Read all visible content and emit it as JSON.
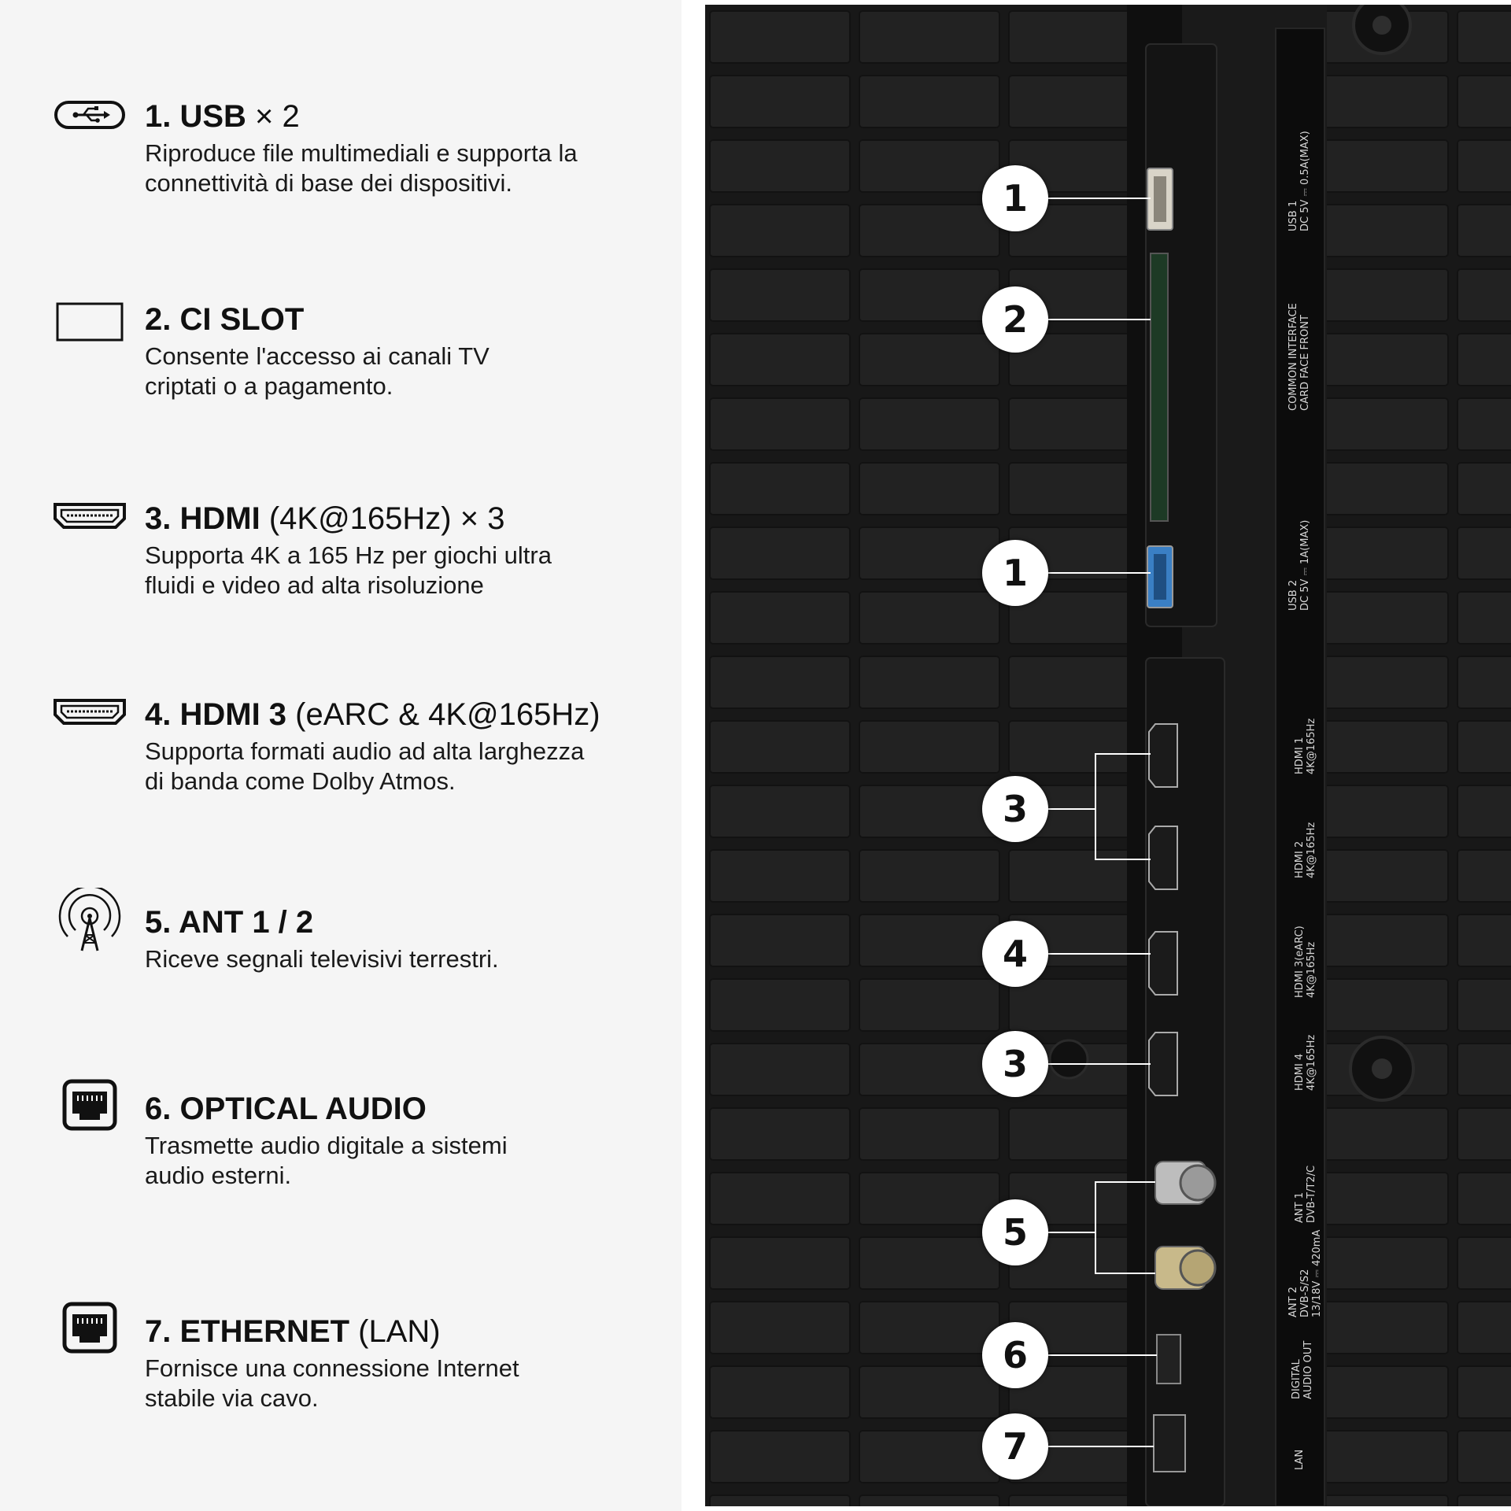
{
  "features": [
    {
      "number": "1.",
      "name": "USB",
      "suffix": " × 2",
      "desc_1": "Riproduce file multimediali e supporta la",
      "desc_2": "connettività di base dei dispositivi.",
      "icon": "usb-icon"
    },
    {
      "number": "2.",
      "name": "CI SLOT",
      "suffix": "",
      "desc_1": "Consente l'accesso ai canali TV",
      "desc_2": "criptati o a pagamento.",
      "icon": "ci-slot-icon"
    },
    {
      "number": "3.",
      "name": "HDMI",
      "suffix": "  (4K@165Hz)  × 3",
      "desc_1": "Supporta 4K a 165 Hz per giochi ultra",
      "desc_2": "fluidi e video ad alta risoluzione",
      "icon": "hdmi-icon"
    },
    {
      "number": "4.",
      "name": "HDMI 3",
      "suffix": " (eARC & 4K@165Hz)",
      "desc_1": "Supporta formati audio ad alta larghezza",
      "desc_2": "di banda come Dolby Atmos.",
      "icon": "hdmi-icon"
    },
    {
      "number": "5.",
      "name": "ANT 1 / 2",
      "suffix": "",
      "desc_1": "Riceve segnali televisivi terrestri.",
      "desc_2": "",
      "icon": "antenna-icon"
    },
    {
      "number": "6.",
      "name": "OPTICAL AUDIO",
      "suffix": "",
      "desc_1": "Trasmette audio digitale a sistemi",
      "desc_2": "audio esterni.",
      "icon": "ethernet-port-icon"
    },
    {
      "number": "7.",
      "name": "ETHERNET",
      "suffix": " (LAN)",
      "desc_1": "Fornisce una connessione Internet",
      "desc_2": "stabile via cavo.",
      "icon": "ethernet-port-icon"
    }
  ],
  "callouts": [
    "1",
    "2",
    "1",
    "3",
    "4",
    "3",
    "5",
    "6",
    "7"
  ],
  "port_labels": {
    "usb1": "USB 1\nDC 5V ⎓ 0.5A(MAX)",
    "ci": "COMMON INTERFACE\nCARD FACE FRONT",
    "usb2": "USB 2\nDC 5V ⎓ 1A(MAX)",
    "hdmi1": "HDMI 1\n4K@165Hz",
    "hdmi2": "HDMI 2\n4K@165Hz",
    "hdmi3": "HDMI 3(eARC)\n4K@165Hz",
    "hdmi4": "HDMI 4\n4K@165Hz",
    "ant1": "ANT 1\nDVB-T/T2/C",
    "ant2": "ANT 2\nDVB-S/S2\n13/18V ⎓ 420mA",
    "optical": "DIGITAL\nAUDIO OUT",
    "lan": "LAN"
  },
  "colors": {
    "panel_bg": "#f5f5f5",
    "tv_back": "#1a1a1a",
    "callout": "#ffffff",
    "usb3_blue": "#3a7fc4"
  }
}
